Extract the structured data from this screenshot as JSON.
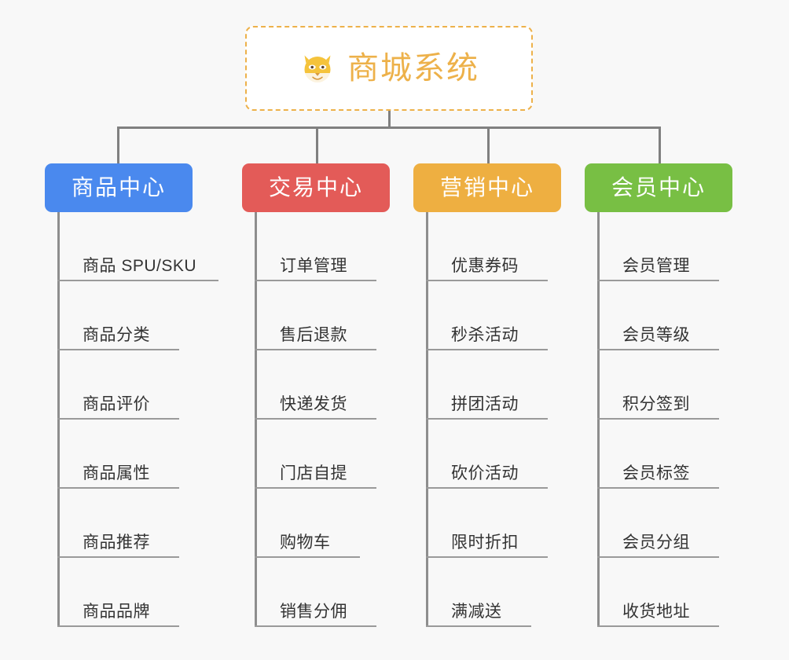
{
  "page": {
    "background": "#f8f8f8",
    "connector_color": "#808080",
    "leaf_line_color": "#9a9a9a",
    "leaf_text_color": "#333333"
  },
  "root": {
    "title": "商城系统",
    "icon": "shiba-dog-face-icon",
    "text_color": "#edb14a",
    "border_color": "#edb14a",
    "fill": "#ffffff"
  },
  "branches": [
    {
      "label": "商品中心",
      "color": "#4a89ee",
      "items": [
        "商品 SPU/SKU",
        "商品分类",
        "商品评价",
        "商品属性",
        "商品推荐",
        "商品品牌"
      ]
    },
    {
      "label": "交易中心",
      "color": "#e35b58",
      "items": [
        "订单管理",
        "售后退款",
        "快递发货",
        "门店自提",
        "购物车",
        "销售分佣"
      ]
    },
    {
      "label": "营销中心",
      "color": "#eeaf41",
      "items": [
        "优惠券码",
        "秒杀活动",
        "拼团活动",
        "砍价活动",
        "限时折扣",
        "满减送"
      ]
    },
    {
      "label": "会员中心",
      "color": "#78bf44",
      "items": [
        "会员管理",
        "会员等级",
        "积分签到",
        "会员标签",
        "会员分组",
        "收货地址"
      ]
    }
  ]
}
